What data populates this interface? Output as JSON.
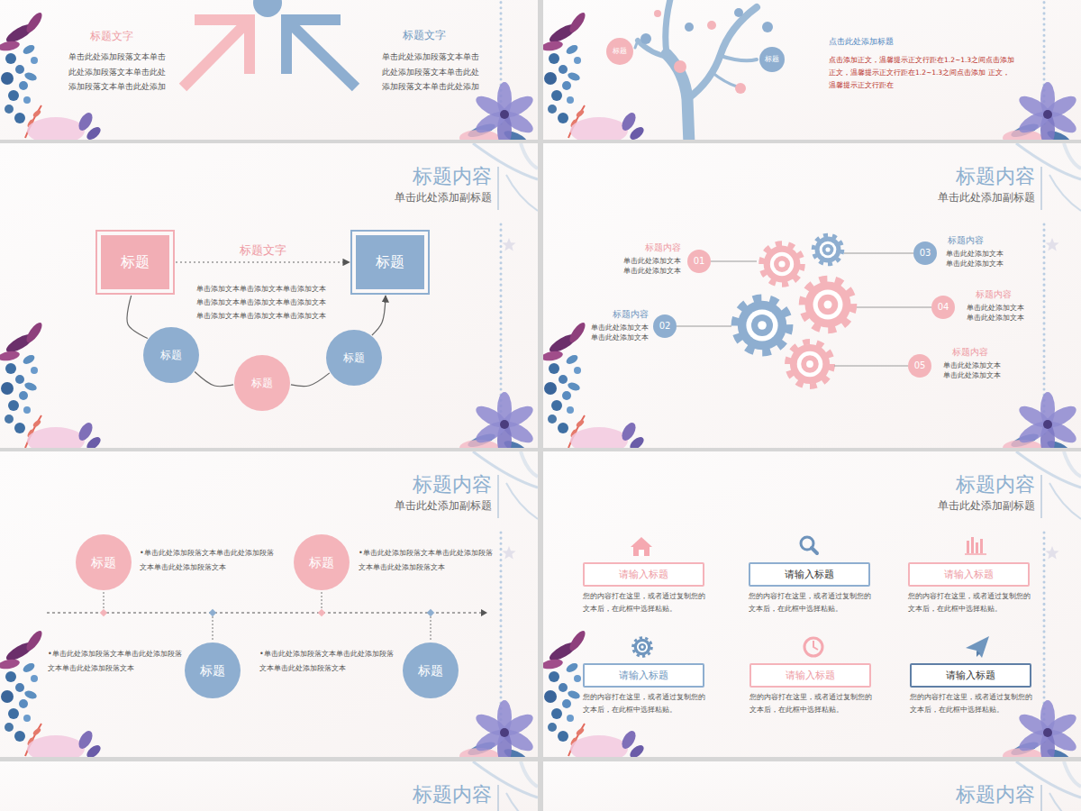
{
  "diagram": {
    "nodes": [
      {
        "text": [
          "标题"
        ]
      },
      {
        "text": [
          "标题"
        ]
      },
      {
        "text": [
          "标题"
        ]
      },
      {
        "text": [
          "标题"
        ]
      },
      {
        "text": [
          "标题"
        ]
      },
      {
        "text": [
          "标题"
        ]
      },
      {
        "text": [
          "标题"
        ]
      },
      {
        "text": [
          "01"
        ]
      },
      {
        "text": [
          "02"
        ]
      },
      {
        "text": [
          "03"
        ]
      },
      {
        "text": [
          "04"
        ]
      },
      {
        "text": [
          "05"
        ]
      },
      {
        "text": [
          "标题"
        ]
      },
      {
        "text": [
          "标题"
        ]
      },
      {
        "text": [
          "标题"
        ]
      },
      {
        "text": [
          "标题"
        ]
      },
      {
        "text": [
          "请输入标题"
        ]
      },
      {
        "text": [
          "请输入标题"
        ]
      },
      {
        "text": [
          "请输入标题"
        ]
      },
      {
        "text": [
          "请输入标题"
        ]
      },
      {
        "text": [
          "请输入标题"
        ]
      },
      {
        "text": [
          "请输入标题"
        ]
      }
    ],
    "edges": [
      {
        "from": 2,
        "to": 3,
        "label": "标题文字",
        "arrow": "to"
      },
      {
        "from": 2,
        "to": 4,
        "arrow": "none"
      },
      {
        "from": 4,
        "to": 5,
        "arrow": "none"
      },
      {
        "from": 5,
        "to": 6,
        "arrow": "none"
      },
      {
        "from": 6,
        "to": 3,
        "arrow": "to"
      }
    ],
    "labels": [
      "标题文字",
      "单击此处添加段落文本单击 此处添加段落文本单击此处 添加段落文本单击此处添加",
      "标题文字",
      "单击此处添加段落文本单击 此处添加段落文本单击此处 添加段落文本单击此处添加",
      "点击此处添加标题",
      "点击添加正文，温馨提示正文行距在1.2~1.3之间点击添加 正文，温馨提示正文行距在1.2~1.3之间点击添加 正文，温馨提示正文行距在",
      "标题内容",
      "单击此处添加副标题",
      "单击添加文本单击添加文本单击添加文本 单击添加文本单击添加文本单击添加文本 单击添加文本单击添加文本单击添加文本",
      "标题内容",
      "单击此处添加副标题",
      "标题内容",
      "单击此处添加文本 单击此处添加文本",
      "标题内容",
      "单击此处添加文本 单击此处添加文本",
      "标题内容",
      "单击此处添加文本 单击此处添加文本",
      "标题内容",
      "单击此处添加文本 单击此处添加文本",
      "标题内容",
      "单击此处添加文本 单击此处添加文本",
      "标题内容",
      "单击此处添加副标题",
      "•单击此处添加段落文本单击此处添加段落 文本单击此处添加段落文本",
      "•单击此处添加段落文本单击此处添加段落 文本单击此处添加段落文本",
      "•单击此处添加段落文本单击此处添加段落 文本单击此处添加段落文本",
      "•单击此处添加段落文本单击此处添加段落 文本单击此处添加段落文本",
      "标题内容",
      "单击此处添加副标题",
      "您的内容打在这里，或者通过复制您的 文本后，在此框中选择粘贴。",
      "您的内容打在这里，或者通过复制您的 文本后，在此框中选择粘贴。",
      "您的内容打在这里，或者通过复制您的 文本后，在此框中选择粘贴。",
      "您的内容打在这里，或者通过复制您的 文本后，在此框中选择粘贴。",
      "您的内容打在这里，或者通过复制您的 文本后，在此框中选择粘贴。",
      "您的内容打在这里，或者通过复制您的 文本后，在此框中选择粘贴。",
      "标题内容",
      "标题内容"
    ]
  }
}
